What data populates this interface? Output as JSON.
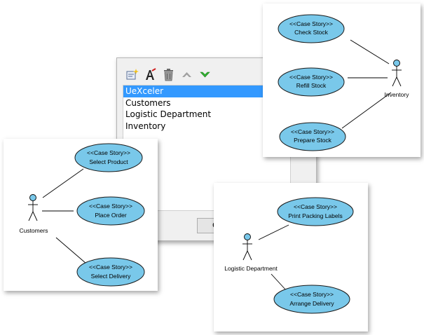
{
  "dialog": {
    "toolbar": [
      {
        "name": "new-item-icon"
      },
      {
        "name": "rename-icon"
      },
      {
        "name": "trash-icon"
      },
      {
        "name": "move-up-icon"
      },
      {
        "name": "move-down-icon"
      }
    ],
    "items": [
      {
        "label": "UeXceler",
        "selected": true
      },
      {
        "label": "Customers",
        "selected": false
      },
      {
        "label": "Logistic Department",
        "selected": false
      },
      {
        "label": "Inventory",
        "selected": false
      }
    ],
    "button_label": "C"
  },
  "colors": {
    "use_case_fill": "#79c8ea",
    "selection": "#3399ff",
    "arrow_down": "#33b533",
    "arrow_up": "#a0a0a0"
  },
  "diagrams": {
    "inventory": {
      "actor": "Inventory",
      "use_cases": [
        {
          "stereotype": "<<Case Story>>",
          "name": "Check Stock"
        },
        {
          "stereotype": "<<Case Story>>",
          "name": "Refill Stock"
        },
        {
          "stereotype": "<<Case Story>>",
          "name": "Prepare Stock"
        }
      ]
    },
    "customers": {
      "actor": "Customers",
      "use_cases": [
        {
          "stereotype": "<<Case Story>>",
          "name": "Select Product"
        },
        {
          "stereotype": "<<Case Story>>",
          "name": "Place Order"
        },
        {
          "stereotype": "<<Case Story>>",
          "name": "Select Delivery"
        }
      ]
    },
    "logistic": {
      "actor": "Logistic Department",
      "use_cases": [
        {
          "stereotype": "<<Case Story>>",
          "name": "Print Packing Labels"
        },
        {
          "stereotype": "<<Case Story>>",
          "name": "Arrange Delivery"
        }
      ]
    }
  }
}
